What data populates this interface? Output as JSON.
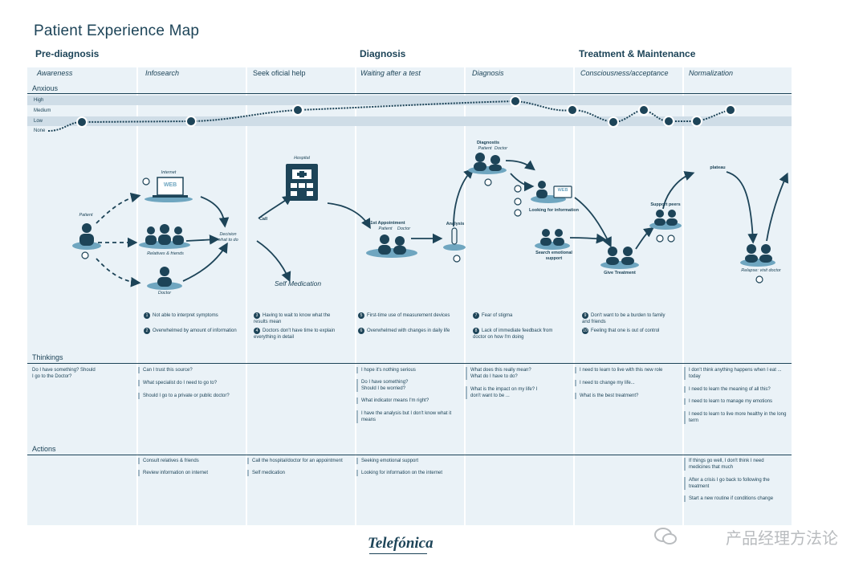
{
  "title": "Patient Experience Map",
  "phases": [
    "Pre-diagnosis",
    "Diagnosis",
    "Treatment & Maintenance"
  ],
  "stages": [
    "Awareness",
    "Infosearch",
    "Seek oficial help",
    "Waiting after a test",
    "Diagnosis",
    "Consciousness/acceptance",
    "Normalization"
  ],
  "sections": {
    "anxious": "Anxious",
    "thinkings": "Thinkings",
    "actions": "Actions"
  },
  "levels": [
    "High",
    "Medium",
    "Low",
    "None"
  ],
  "diagram": {
    "internet": "Internet",
    "web": "WEB",
    "patient": "Patient",
    "relatives": "Relatives & friends",
    "doctor": "Doctor",
    "decision": "Decision what to do",
    "call": "Call",
    "hospital": "Hospital",
    "self_medication": "Self Medication",
    "first_appointment": "1st Appointment",
    "patient_short": "Patient",
    "doctor_short": "Doctor",
    "analysis": "Analysis",
    "diagnostis": "Diagnostis",
    "looking_info": "Looking for information",
    "search_support": "Search emotional support",
    "give_treatment": "Give Treatment",
    "support_peers": "Support peers",
    "plateau": "plateau",
    "relapse": "Relapse: visit doctor"
  },
  "pain_points": [
    {
      "n": "1",
      "text": "Not able to interpret symptoms"
    },
    {
      "n": "2",
      "text": "Overwhelmed by amount of information"
    },
    {
      "n": "3",
      "text": "Having to wait to know what the results mean"
    },
    {
      "n": "4",
      "text": "Doctors don't have time to explain everything in detail"
    },
    {
      "n": "5",
      "text": "First-time use of measurement devices"
    },
    {
      "n": "6",
      "text": "Overwhelmed with changes in daily life"
    },
    {
      "n": "7",
      "text": "Fear of stigma"
    },
    {
      "n": "8",
      "text": "Lack of immediate feedback from doctor on how I'm doing"
    },
    {
      "n": "9",
      "text": "Don't want to be a burden to family and friends"
    },
    {
      "n": "10",
      "text": "Feeling that one is out of control"
    }
  ],
  "thinkings": {
    "awareness": [
      "Do I have something? Should I go to the Doctor?"
    ],
    "infosearch": [
      "Can I trust this source?",
      "What specialist do I need to go to?",
      "Should I go to a private or public doctor?"
    ],
    "waiting": [
      "I hope it's nothing serious",
      "Do I have something? Should I be worried?",
      "What indicator means I'm right?",
      "I have the analysis but I don't know what it means"
    ],
    "diagnosis": [
      "What does this really mean? What do I have to do?",
      "What is the impact on my life? I don't want to be ..."
    ],
    "acceptance": [
      "I need to learn to live with this new role",
      "I need to change my life...",
      "What is the best treatment?"
    ],
    "normalization": [
      "I don't think anything happens when I eat ... today",
      "I need to learn the meaning of all this?",
      "I need to learn to manage my emotions",
      "I need to learn to live more healthy in the long term"
    ]
  },
  "actions": {
    "infosearch": [
      "Consult relatives & friends",
      "Review information on internet"
    ],
    "seek": [
      "Call the hospital/doctor for an appointment",
      "Self medication"
    ],
    "waiting": [
      "Seeking emotional support",
      "Looking for information on the internet"
    ],
    "normalization": [
      "If things go well, I don't think I need medicines that much",
      "After a crisis I go back to following the treatment",
      "Start a new routine if conditions change"
    ]
  },
  "brand": "Telefónica",
  "watermark": "产品经理方法论",
  "colors": {
    "primary": "#1d4458",
    "band": "#eaf2f7",
    "level_band": "#cfdde7",
    "accent": "#6fa6c0"
  }
}
